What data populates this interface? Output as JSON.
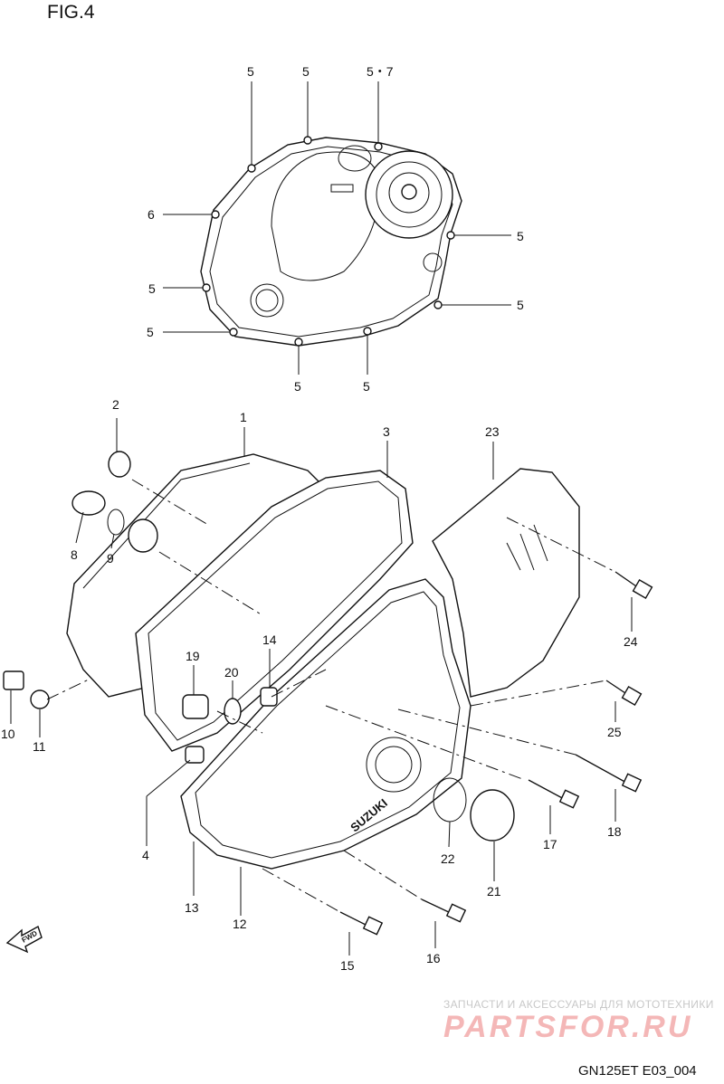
{
  "figure": {
    "title": "FIG.4",
    "drawing_code": "GN125ET E03_004",
    "watermark_caption": "ЗАПЧАСТИ И АКСЕССУАРЫ ДЛЯ МОТОТЕХНИКИ",
    "watermark_logo": "PARTSFOR.RU",
    "fwd_label": "FWD",
    "brand_mark": "SUZUKI"
  },
  "callouts": {
    "c1": "1",
    "c2": "2",
    "c3": "3",
    "c4": "4",
    "c5a": "5",
    "c5b": "5",
    "c57": "5・7",
    "c5c": "5",
    "c5d": "5",
    "c5e": "5",
    "c5f": "5",
    "c5g": "5",
    "c5h": "5",
    "c6": "6",
    "c8": "8",
    "c9": "9",
    "c10": "10",
    "c11": "11",
    "c12": "12",
    "c13": "13",
    "c14": "14",
    "c15": "15",
    "c16": "16",
    "c17": "17",
    "c18": "18",
    "c19": "19",
    "c20": "20",
    "c21": "21",
    "c22": "22",
    "c23": "23",
    "c24": "24",
    "c25": "25"
  }
}
